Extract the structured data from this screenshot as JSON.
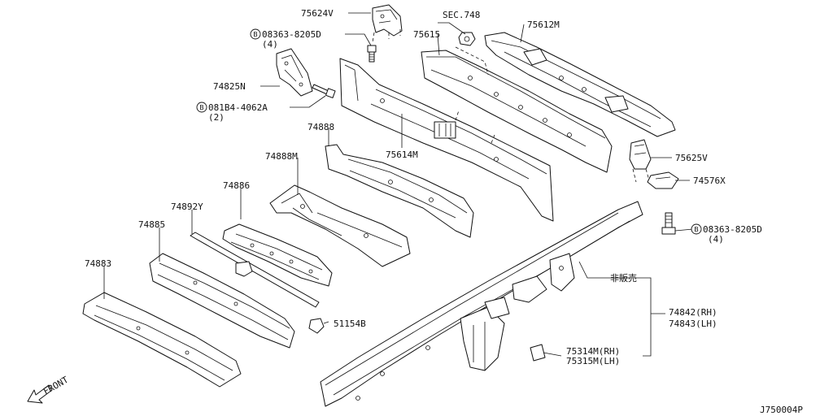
{
  "labels": {
    "p75624v": "75624V",
    "bolt_top": "08363-8205D",
    "bolt_top_qty": "(4)",
    "sec748": "SEC.748",
    "p75615": "75615",
    "p75612m": "75612M",
    "p74825n": "74825N",
    "bolt_mid": "081B4-4062A",
    "bolt_mid_qty": "(2)",
    "p74888": "74888",
    "p75614m": "75614M",
    "p74888m": "74888M",
    "p74886": "74886",
    "p74892y": "74892Y",
    "p74885": "74885",
    "p74883": "74883",
    "p51154b": "51154B",
    "p75625v": "75625V",
    "p74576x": "74576X",
    "bolt_right": "08363-8205D",
    "bolt_right_qty": "(4)",
    "not_sold": "非販売",
    "p74842": "74842(RH)",
    "p74843": "74843(LH)",
    "p75314m": "75314M(RH)",
    "p75315m": "75315M(LH)",
    "front": "FRONT",
    "diagram_code": "J750004P",
    "bolt_symbol": "B"
  }
}
